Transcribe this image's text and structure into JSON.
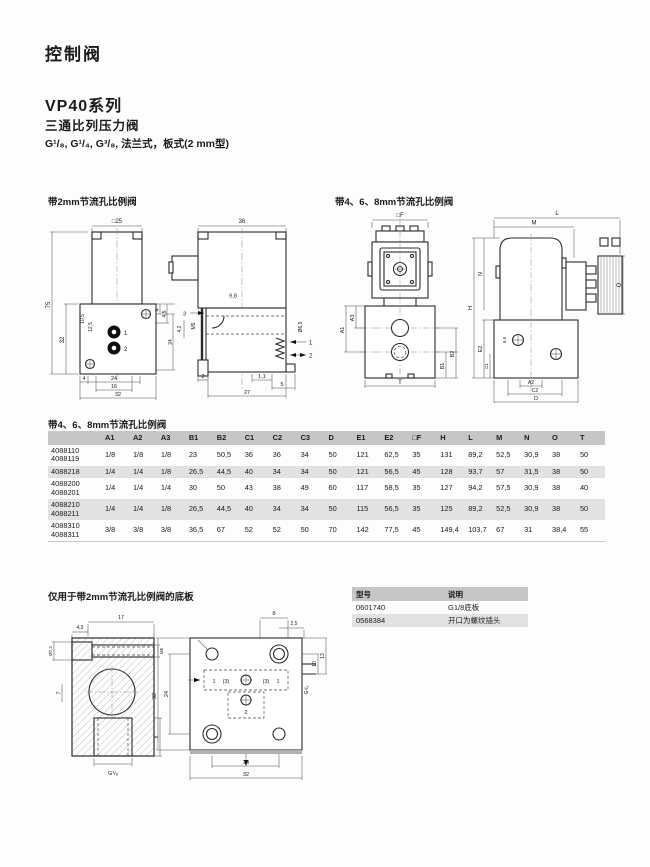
{
  "header": {
    "category": "控制阀",
    "series": "VP40系列",
    "subtitle": "三通比列压力阀",
    "spec": "G¹/₈, G¹/₄, G³/₈, 法兰式，板式(2 mm型)"
  },
  "sections": {
    "valve2mm_label": "带2mm节流孔比例阀",
    "valve468_label": "带4、6、8mm节流孔比例阀",
    "baseplate_label": "仅用于带2mm节流孔比例阀的底板"
  },
  "dim_table": {
    "title": "带4、6、8mm节流孔比例阀",
    "headers": [
      "A1",
      "A2",
      "A3",
      "B1",
      "B2",
      "C1",
      "C2",
      "C3",
      "D",
      "E1",
      "E2",
      "□F",
      "H",
      "L",
      "M",
      "N",
      "O",
      "T"
    ],
    "rows": [
      {
        "models": [
          "4088110",
          "4088119"
        ],
        "values": [
          "1/8",
          "1/8",
          "1/8",
          "23",
          "50,5",
          "36",
          "36",
          "34",
          "50",
          "121",
          "62,5",
          "35",
          "131",
          "89,2",
          "52,5",
          "30,9",
          "38",
          "50"
        ]
      },
      {
        "models": [
          "4088218"
        ],
        "values": [
          "1/4",
          "1/4",
          "1/8",
          "26,5",
          "44,5",
          "40",
          "34",
          "34",
          "50",
          "121",
          "56,5",
          "45",
          "128",
          "93,7",
          "57",
          "31,5",
          "38",
          "50"
        ]
      },
      {
        "models": [
          "4088200",
          "4088201"
        ],
        "values": [
          "1/4",
          "1/4",
          "1/4",
          "30",
          "50",
          "43",
          "38",
          "49",
          "60",
          "117",
          "58,5",
          "35",
          "127",
          "94,2",
          "57,5",
          "30,9",
          "38",
          "40"
        ]
      },
      {
        "models": [
          "4088210",
          "4088211"
        ],
        "values": [
          "1/4",
          "1/4",
          "1/8",
          "26,5",
          "44,5",
          "40",
          "34",
          "34",
          "50",
          "115",
          "56,5",
          "35",
          "125",
          "89,2",
          "52,5",
          "30,9",
          "38",
          "50"
        ]
      },
      {
        "models": [
          "4088310",
          "4088311"
        ],
        "values": [
          "3/8",
          "3/8",
          "3/8",
          "36,5",
          "67",
          "52",
          "52",
          "50",
          "70",
          "142",
          "77,5",
          "45",
          "149,4",
          "103,7",
          "67",
          "31",
          "38,4",
          "55"
        ]
      }
    ]
  },
  "parts_table": {
    "headers": [
      "型号",
      "说明"
    ],
    "rows": [
      [
        "0601740",
        "G1/8底板"
      ],
      [
        "0568384",
        "开口为螺纹插头"
      ]
    ]
  },
  "drawings": {
    "front2": {
      "w25": "□25",
      "h75": "75",
      "h32": "32",
      "d105": "10,5",
      "d125": "12,5",
      "p1": "1",
      "p2": "2",
      "b4": "4",
      "b24": "24",
      "b16": "16",
      "b32": "32",
      "r4": "4",
      "r45": "4,5",
      "r24": "24"
    },
    "side2": {
      "w36": "36",
      "d98": "9,8",
      "d3": "3",
      "m5": "M5",
      "d42": "4,2",
      "dia": "Ø6,5",
      "p1": "1",
      "p2": "2",
      "b2": "2",
      "b11": "1,1",
      "b5": "5",
      "b27": "27"
    },
    "front468": {
      "f": "□F",
      "a1": "A1",
      "a3": "A3",
      "b1": "B1",
      "b2": "B2",
      "t": "T"
    },
    "side468": {
      "l": "L",
      "m": "M",
      "h": "H",
      "n": "N",
      "o": "O",
      "e2": "E2",
      "c1": "C1",
      "i65": "6,5",
      "a2": "A2",
      "c2": "C2",
      "d": "D"
    },
    "bp_section": {
      "t17": "17",
      "t43": "4,3",
      "dia": "Ø7,2",
      "m5": "M5",
      "l7": "7",
      "r8": "8",
      "port": "G¹/₈"
    },
    "bp_plan": {
      "t8": "8",
      "t25": "2,5",
      "l32": "32",
      "l24": "24",
      "r13": "13",
      "r10": "10",
      "port": "G¹/₈",
      "n1a": "1",
      "n3a": "(3)",
      "n3b": "(3)",
      "n1b": "1",
      "n2": "2",
      "b24": "24",
      "b32": "32"
    }
  }
}
